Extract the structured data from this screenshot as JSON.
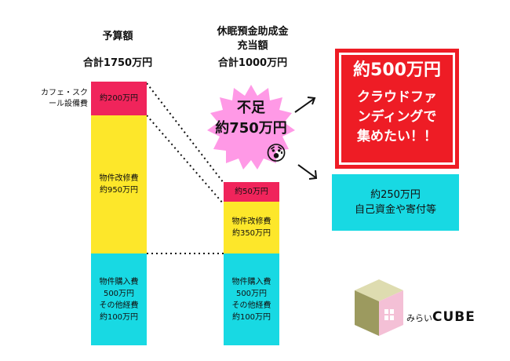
{
  "colors": {
    "shortfall_pink": "#f0245b",
    "renovation_yellow": "#fde72a",
    "purchase_cyan": "#18d9e3",
    "burst_pink": "#ff99e6",
    "highlight_red": "#ee1c25",
    "logo_olive": "#9c9a5f",
    "logo_pink": "#f4c0d6"
  },
  "budget": {
    "title": "予算額",
    "total": "合計1750万円",
    "side_label": "カフェ・スク\nール設備費",
    "segments": [
      {
        "key": "cafe",
        "text": "約200万円",
        "amount_man_yen": 200
      },
      {
        "key": "renovation",
        "text": "物件改修費\n約950万円",
        "amount_man_yen": 950
      },
      {
        "key": "purchase",
        "text": "物件購入費\n500万円\nその他経費\n約100万円",
        "amount_man_yen": 600
      }
    ]
  },
  "subsidy": {
    "title_line1": "休眠預金助成金",
    "title_line2": "充当額",
    "total": "合計1000万円",
    "segments": [
      {
        "key": "cafe",
        "text": "約50万円",
        "amount_man_yen": 50
      },
      {
        "key": "renovation",
        "text": "物件改修費\n約350万円",
        "amount_man_yen": 350
      },
      {
        "key": "purchase",
        "text": "物件購入費\n500万円\nその他経費\n約100万円",
        "amount_man_yen": 600
      }
    ]
  },
  "shortfall": {
    "line1": "不足",
    "line2": "約750万円",
    "emoji": "😰"
  },
  "crowdfunding": {
    "amount": "約500万円",
    "line1": "クラウドファ",
    "line2": "ンディングで",
    "line3": "集めたい！！"
  },
  "own_funds": {
    "amount": "約250万円",
    "description": "自己資金や寄付等"
  },
  "logo": {
    "text_small": "みらい",
    "text_large": "CUBE"
  }
}
